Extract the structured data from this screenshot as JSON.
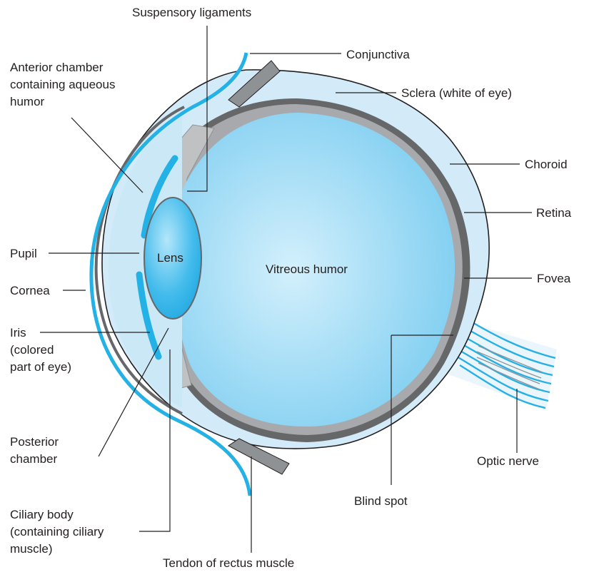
{
  "labels": {
    "suspensory_ligaments": "Suspensory ligaments",
    "conjunctiva": "Conjunctiva",
    "anterior_chamber_1": "Anterior chamber",
    "anterior_chamber_2": "containing aqueous",
    "anterior_chamber_3": "humor",
    "sclera": "Sclera (white of eye)",
    "choroid": "Choroid",
    "retina": "Retina",
    "pupil": "Pupil",
    "lens": "Lens",
    "vitreous_humor": "Vitreous humor",
    "fovea": "Fovea",
    "cornea": "Cornea",
    "iris_1": "Iris",
    "iris_2": "(colored",
    "iris_3": "part of eye)",
    "posterior_chamber_1": "Posterior",
    "posterior_chamber_2": "chamber",
    "optic_nerve": "Optic nerve",
    "blind_spot": "Blind spot",
    "ciliary_body_1": "Ciliary body",
    "ciliary_body_2": "(containing ciliary",
    "ciliary_body_3": "muscle)",
    "tendon": "Tendon of rectus muscle"
  },
  "colors": {
    "sclera_fill": "#cfe9f8",
    "vitreous_light": "#c9ecfb",
    "vitreous_dark": "#7fcdf1",
    "choroid_gray": "#6d6e71",
    "retina_gray": "#a7a9ac",
    "cornea_blue": "#23b1e6",
    "lens_blue": "#3fb7ea",
    "leader_line": "#231f20"
  }
}
